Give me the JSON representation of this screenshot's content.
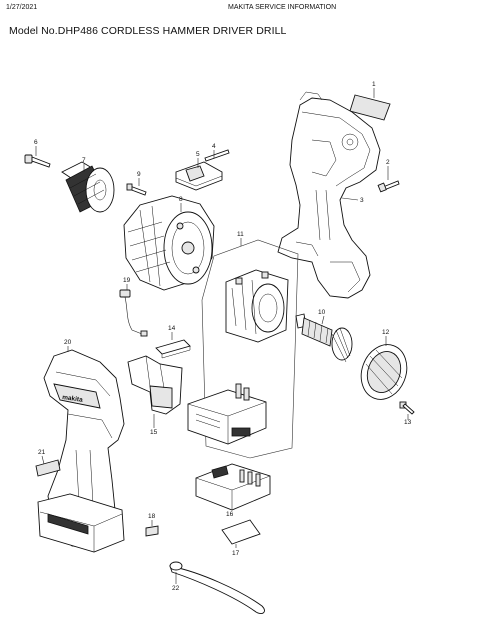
{
  "header": {
    "date": "1/27/2021",
    "info": "MAKITA SERVICE INFORMATION"
  },
  "title": "Model No.DHP486 CORDLESS HAMMER DRIVER DRILL",
  "brand_logo_text": "makita",
  "part_numbers": [
    "1",
    "2",
    "3",
    "4",
    "5",
    "6",
    "7",
    "8",
    "9",
    "10",
    "11",
    "12",
    "13",
    "14",
    "15",
    "16",
    "17",
    "19",
    "20",
    "21",
    "22",
    "18"
  ]
}
